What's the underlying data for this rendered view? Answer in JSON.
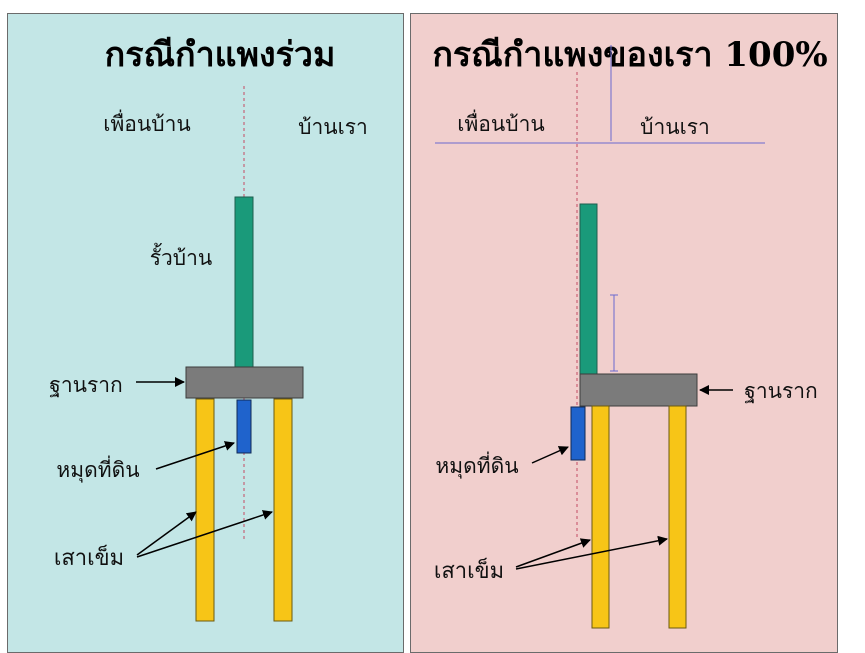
{
  "colors": {
    "left_bg": "#c3e6e6",
    "right_bg": "#f1cfcd",
    "fence": "#1a9a7a",
    "footing": "#7b7b7b",
    "piles": "#f7c517",
    "grade_beam": "#1f63cc",
    "boundary": "#c44b62",
    "dimension": "#6a6ad0"
  },
  "left": {
    "title": "กรณีกำแพงร่วม",
    "neighbor_label": "เพื่อนบ้าน",
    "our_label": "บ้านเรา",
    "fence_label": "รั้วบ้าน",
    "footing_label": "ฐานราก",
    "grade_beam_label": "หมุดที่ดิน",
    "piles_label": "เสาเข็ม"
  },
  "right": {
    "title": "กรณีกำแพงของเรา 100%",
    "neighbor_label": "เพื่อนบ้าน",
    "our_label": "บ้านเรา",
    "footing_label": "ฐานราก",
    "grade_beam_label": "หมุดที่ดิน",
    "piles_label": "เสาเข็ม"
  }
}
